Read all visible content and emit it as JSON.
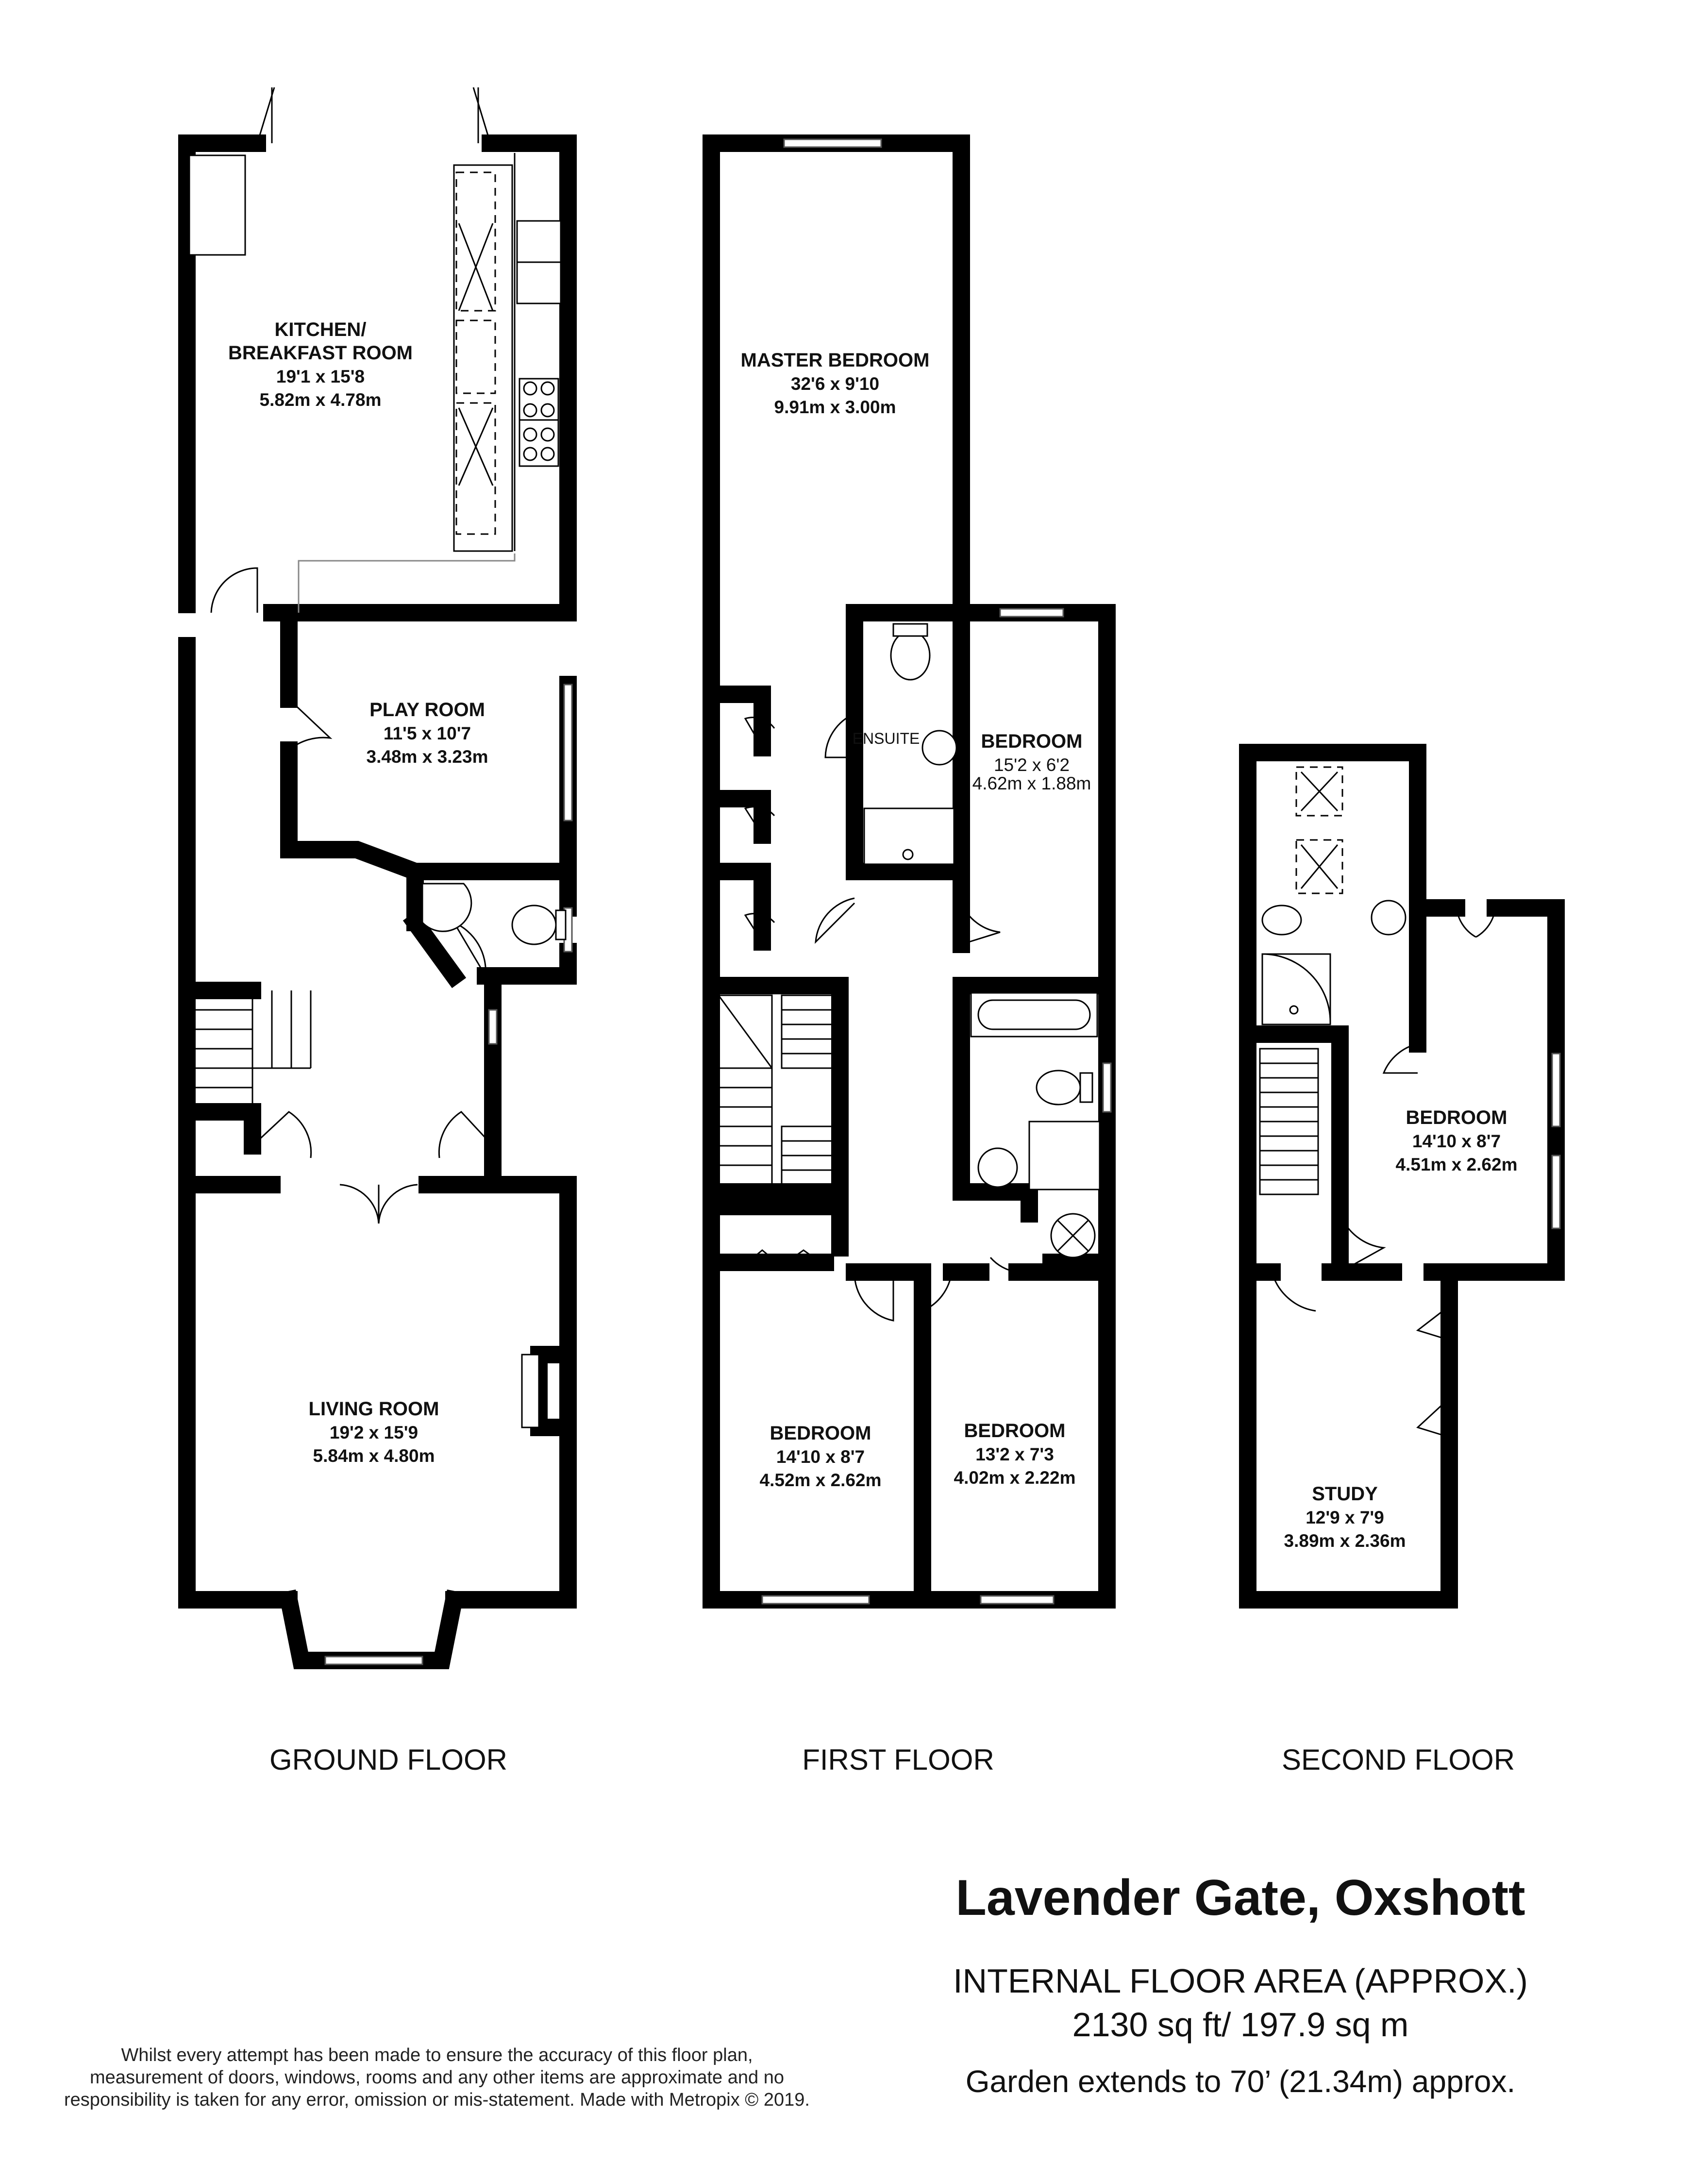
{
  "property": {
    "title": "Lavender Gate, Oxshott",
    "area_label": "INTERNAL FLOOR AREA (APPROX.)",
    "area_value": "2130 sq ft/ 197.9 sq m",
    "garden": "Garden extends to 70’ (21.34m) approx."
  },
  "disclaimer": {
    "line1": "Whilst every attempt has been made to ensure the accuracy of this floor plan,",
    "line2": "measurement of doors, windows, rooms and any other items are approximate and no",
    "line3": "responsibility is taken for any error, omission or mis-statement. Made with Metropix © 2019."
  },
  "floors": {
    "ground": "GROUND FLOOR",
    "first": "FIRST FLOOR",
    "second": "SECOND FLOOR"
  },
  "rooms": {
    "kitchen": {
      "name1": "KITCHEN/",
      "name2": "BREAKFAST ROOM",
      "imperial": "19'1 x 15'8",
      "metric": "5.82m x 4.78m"
    },
    "play": {
      "name": "PLAY ROOM",
      "imperial": "11'5 x 10'7",
      "metric": "3.48m x 3.23m"
    },
    "living": {
      "name": "LIVING ROOM",
      "imperial": "19'2 x 15'9",
      "metric": "5.84m x 4.80m"
    },
    "master": {
      "name": "MASTER BEDROOM",
      "imperial": "32'6 x 9'10",
      "metric": "9.91m x 3.00m"
    },
    "ensuite": {
      "name": "ENSUITE"
    },
    "bed_small": {
      "name": "BEDROOM",
      "imperial": "15'2 x 6'2",
      "metric": "4.62m x 1.88m"
    },
    "bed_first_a": {
      "name": "BEDROOM",
      "imperial": "14'10 x 8'7",
      "metric": "4.52m x 2.62m"
    },
    "bed_first_b": {
      "name": "BEDROOM",
      "imperial": "13'2 x 7'3",
      "metric": "4.02m x 2.22m"
    },
    "bed_second": {
      "name": "BEDROOM",
      "imperial": "14'10 x 8'7",
      "metric": "4.51m x 2.62m"
    },
    "study": {
      "name": "STUDY",
      "imperial": "12'9 x 7'9",
      "metric": "3.89m x 2.36m"
    }
  }
}
